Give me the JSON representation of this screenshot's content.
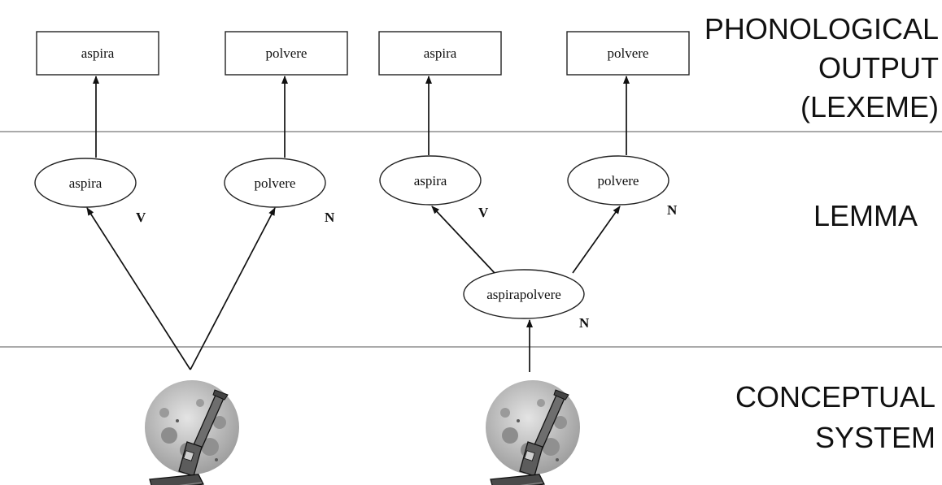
{
  "levels": {
    "phonological": [
      "PHONOLOGICAL",
      "OUTPUT",
      "(LEXEME)"
    ],
    "lemma": "LEMMA",
    "conceptual": [
      "CONCEPTUAL",
      "SYSTEM"
    ]
  },
  "left_model": {
    "lexemes": [
      "aspira",
      "polvere"
    ],
    "lemmas": [
      {
        "word": "aspira",
        "category": "V"
      },
      {
        "word": "polvere",
        "category": "N"
      }
    ],
    "concept_icon": "vacuum-cleaner-icon"
  },
  "right_model": {
    "lexemes": [
      "aspira",
      "polvere"
    ],
    "lemmas": [
      {
        "word": "aspira",
        "category": "V"
      },
      {
        "word": "polvere",
        "category": "N"
      }
    ],
    "compound_lemma": {
      "word": "aspirapolvere",
      "category": "N"
    },
    "concept_icon": "vacuum-cleaner-icon"
  }
}
